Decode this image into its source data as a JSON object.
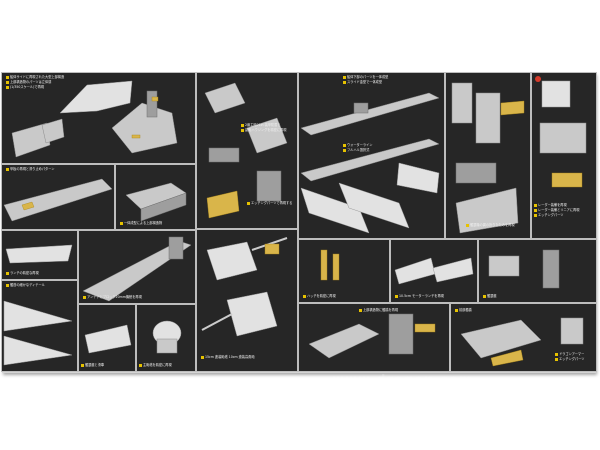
{
  "captions": {
    "p1a": "船体サイドに再現された大型上部構造",
    "p1b": "上部構造物のパーツは立体感",
    "p1c": "(1/350スケール)で再現",
    "p2": "2番主砲21in 装甲防盾と",
    "p2b": "副砲ハウジングを精密に再現",
    "p3": "精密に再現されたマスト",
    "p3b": "13.5cm 連装砲塔群",
    "p4": "船体下部のパーツを一体成型",
    "p4b": "スライド金型で一体成型",
    "p5": "ウォーターライン",
    "p5b": "フルハル選択式",
    "p6": "レーダー装備を再現",
    "p7": "レーダー装備とリニアに再現",
    "p8": "エッチングパーツ",
    "p9": "甲板の再現と滑り止めパターン",
    "p10": "一体成型による上部構造物",
    "p11": "エッチングパーツで再現する",
    "p12": "艦載機の翼の折りたたみを再現",
    "p13": "エッチングパーツ",
    "p14": "上部構造物の細部",
    "p15": "ランチの精密な再現",
    "p16": "アンテナとブロック20mm機銃を再現",
    "p17": "艦首の細かなディテール",
    "p18": "艦載艇と滑車",
    "p19": "主砲塔を精密に再現",
    "p20": "15cm 連装砲塔 10cm 連装高角砲",
    "p21": "ハッチを精密に再現",
    "p22": "10.5cm モーターランチを再現",
    "p23": "艦載艇",
    "p24": "上部構造物に艦橋を再現",
    "p25": "ドラゴンアーマー",
    "p26": "エッチングパーツ",
    "p27": "前部艦橋"
  },
  "watermark": "www.dragon.com"
}
